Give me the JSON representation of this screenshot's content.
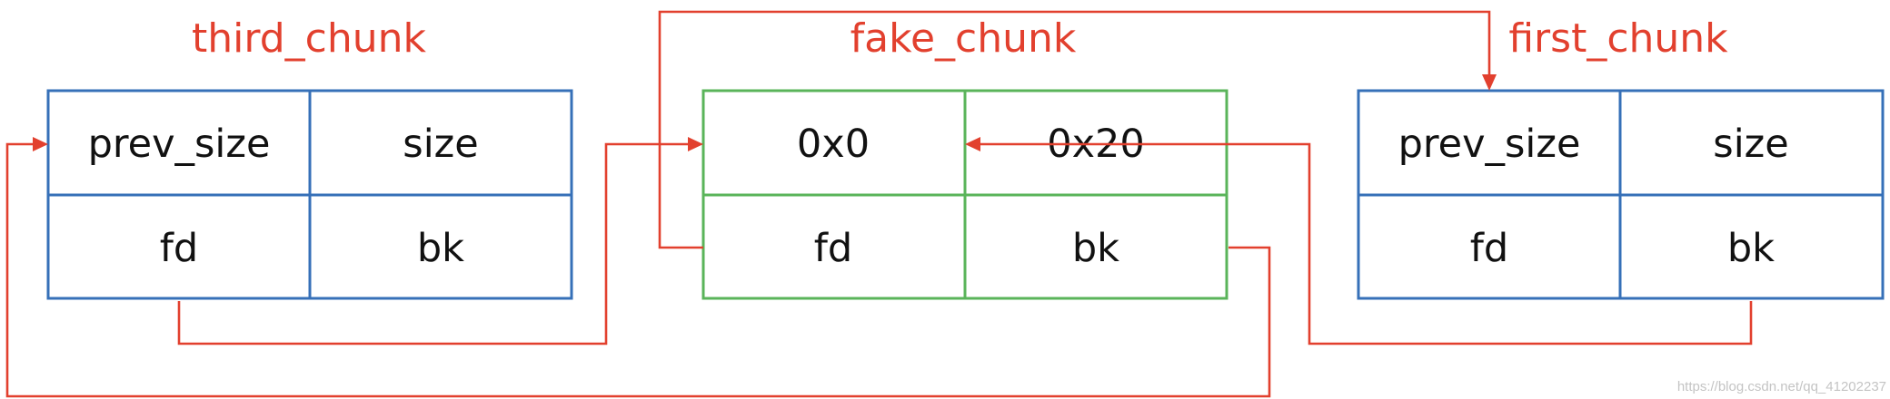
{
  "colors": {
    "pointer": "#e2402e",
    "normal_chunk_border": "#3670b8",
    "fake_chunk_border": "#5ab45a",
    "title": "#e2402e",
    "text": "#111111"
  },
  "chunks": {
    "third": {
      "title": "third_chunk",
      "row1": [
        "prev_size",
        "size"
      ],
      "row2": [
        "fd",
        "bk"
      ]
    },
    "fake": {
      "title": "fake_chunk",
      "row1": [
        "0x0",
        "0x20"
      ],
      "row2": [
        "fd",
        "bk"
      ]
    },
    "first": {
      "title": "first_chunk",
      "row1": [
        "prev_size",
        "size"
      ],
      "row2": [
        "fd",
        "bk"
      ]
    }
  },
  "watermark": "https://blog.csdn.net/qq_41202237"
}
